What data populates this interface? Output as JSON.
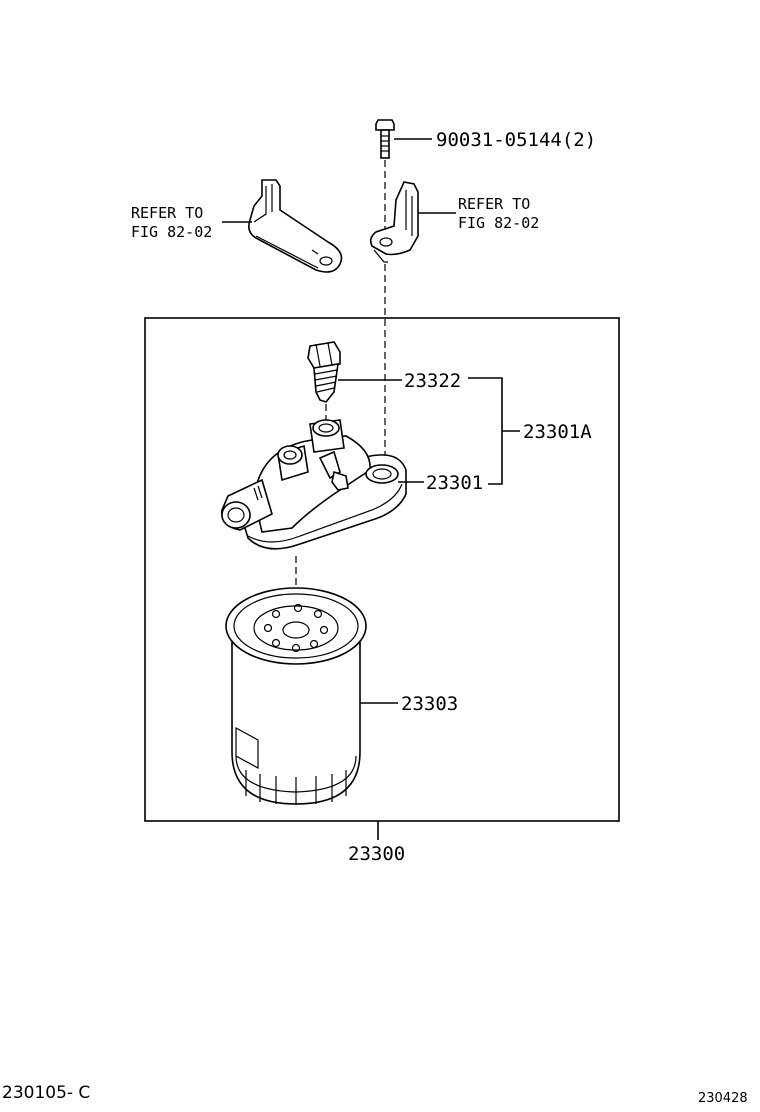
{
  "parts": {
    "bolt": "90031-05144(2)",
    "plug": "23322",
    "assy_a": "23301A",
    "housing": "23301",
    "element": "23303",
    "assembly": "23300"
  },
  "refer_left": {
    "line1": "REFER TO",
    "line2": "FIG 82-02"
  },
  "refer_right": {
    "line1": "REFER TO",
    "line2": "FIG 82-02"
  },
  "footer": {
    "left_code": "230105- C",
    "right_code": "230428"
  }
}
